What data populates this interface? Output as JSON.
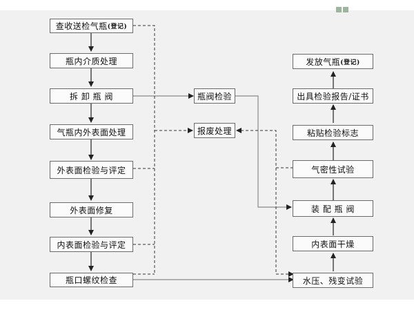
{
  "diagram": {
    "left_column": [
      {
        "text": "查收送检气瓶",
        "tag": "(登记)"
      },
      {
        "text": "瓶内介质处理"
      },
      {
        "text": "拆 卸 瓶 阀"
      },
      {
        "text": "气瓶内外表面处理"
      },
      {
        "text": "外表面检验与评定"
      },
      {
        "text": "外表面修复"
      },
      {
        "text": "内表面检验与评定"
      },
      {
        "text": "瓶口螺纹检查"
      }
    ],
    "middle_column": [
      {
        "text": "瓶阀检验"
      },
      {
        "text": "报废处理"
      }
    ],
    "right_column": [
      {
        "text": "发放气瓶",
        "tag": "(登记)"
      },
      {
        "text": "出具检验报告/证书"
      },
      {
        "text": "粘贴检验标志"
      },
      {
        "text": "气密性试验"
      },
      {
        "text": "装 配 瓶 阀"
      },
      {
        "text": "内表面干燥"
      },
      {
        "text": "水压、残变试验"
      }
    ]
  }
}
